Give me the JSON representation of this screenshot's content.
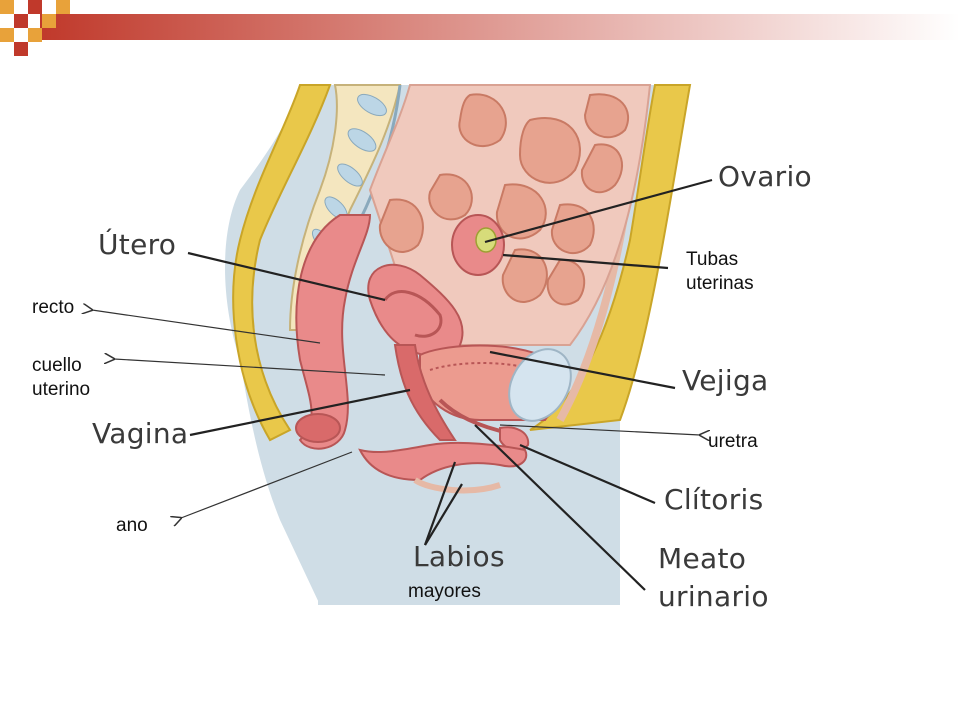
{
  "labels": {
    "ovario": "Ovario",
    "utero": "Útero",
    "tubas_line1": "Tubas",
    "tubas_line2": "uterinas",
    "recto": "recto",
    "cuello_line1": "cuello",
    "cuello_line2": "uterino",
    "vejiga": "Vejiga",
    "vagina": "Vagina",
    "uretra": "uretra",
    "clitoris": "Clítoris",
    "ano": "ano",
    "labios": "Labios",
    "mayores": "mayores",
    "meato_line1": "Meato",
    "meato_line2": "urinario"
  },
  "colors": {
    "accent_red": "#c0392b",
    "accent_orange": "#e8a23a",
    "body_blue": "#cfdde6",
    "tissue_pink": "#e98a8a",
    "fat_yellow": "#e9c84a"
  }
}
